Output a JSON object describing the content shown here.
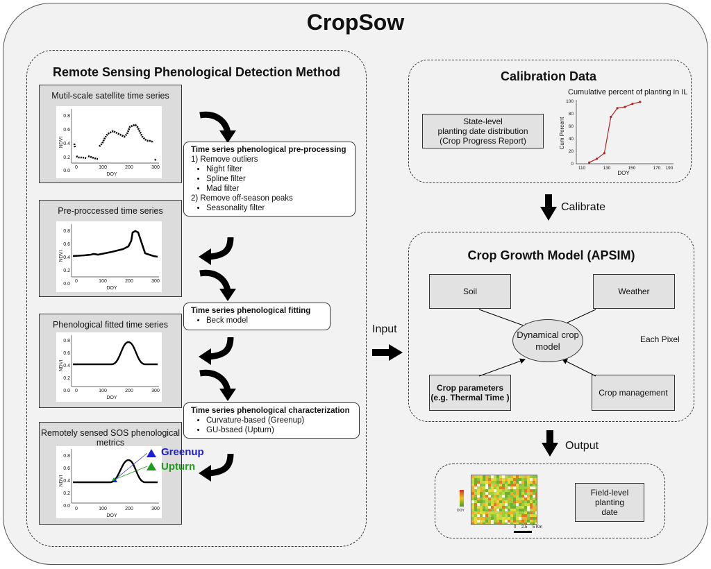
{
  "title": "CropSow",
  "remote_sensing": {
    "title": "Remote Sensing Phenological Detection Method",
    "panels": [
      {
        "title": "Mutil-scale satellite time series",
        "ylabel": "NDVI",
        "xlabel": "DOY",
        "yticks": [
          "0.8",
          "0.6",
          "0.4",
          "0.2",
          "0.0"
        ],
        "xticks": [
          "0",
          "100",
          "200",
          "300"
        ]
      },
      {
        "title": "Pre-proccessed time series",
        "ylabel": "NDVI",
        "xlabel": "DOY",
        "yticks": [
          "0.8",
          "0.6",
          "0.4",
          "0.2",
          "0.0"
        ],
        "xticks": [
          "0",
          "100",
          "200",
          "300"
        ]
      },
      {
        "title": "Phenological fitted time series",
        "ylabel": "NDVI",
        "xlabel": "DOY",
        "yticks": [
          "0.8",
          "0.6",
          "0.4",
          "0.2",
          "0.0"
        ],
        "xticks": [
          "0",
          "100",
          "200",
          "300"
        ]
      },
      {
        "title": "Remotely sensed SOS phenological metrics",
        "ylabel": "NDVI",
        "xlabel": "DOY",
        "yticks": [
          "0.8",
          "0.6",
          "0.4",
          "0.2",
          "0.0"
        ],
        "xticks": [
          "0",
          "100",
          "200",
          "300"
        ],
        "legend": [
          "Greenup",
          "Upturn"
        ]
      }
    ],
    "preprocessing": {
      "head": "Time series phenological pre-processing",
      "step1": "1) Remove outliers",
      "step1_items": [
        "Night filter",
        "Spline filter",
        "Mad filter"
      ],
      "step2": "2) Remove off-season peaks",
      "step2_items": [
        "Seasonality filter"
      ]
    },
    "fitting": {
      "head": "Time series phenological fitting",
      "items": [
        "Beck model"
      ]
    },
    "characterization": {
      "head": "Time series phenological characterization",
      "items": [
        "Curvature-based (Greenup)",
        "GU-bsaed (Upturn)"
      ]
    }
  },
  "calibration": {
    "title": "Calibration Data",
    "box_lines": [
      "State-level",
      "planting date distribution",
      "(Crop Progress Report)"
    ],
    "chart_title": "Cumulative percent of planting in IL",
    "ylabel": "Cum Percent",
    "xlabel": "DOY",
    "yticks": [
      "100",
      "80",
      "60",
      "40",
      "20",
      "0"
    ],
    "xticks": [
      "110",
      "130",
      "150",
      "170",
      "190"
    ]
  },
  "labels": {
    "calibrate": "Calibrate",
    "input": "Input",
    "output": "Output"
  },
  "crop_model": {
    "title": "Crop Growth Model (APSIM)",
    "soil": "Soil",
    "weather": "Weather",
    "center_lines": [
      "Dynamical crop",
      "model"
    ],
    "each_pixel": "Each Pixel",
    "crop_params_lines": [
      "Crop parameters",
      "(e.g. Thermal Time )"
    ],
    "crop_management": "Crop management"
  },
  "output": {
    "field_lines": [
      "Field-level planting",
      "date"
    ],
    "scale_labels": [
      "0",
      "2.5",
      "5"
    ],
    "scale_unit": "Km",
    "legend_label": "DOY"
  },
  "chart_data": [
    {
      "type": "line",
      "title": "Cumulative percent of planting in IL",
      "xlabel": "DOY",
      "ylabel": "Cum Percent",
      "x": [
        117,
        124,
        131,
        137,
        143,
        150,
        157,
        164
      ],
      "y": [
        2,
        8,
        17,
        75,
        89,
        91,
        96,
        99
      ],
      "xlim": [
        105,
        195
      ],
      "ylim": [
        0,
        100
      ],
      "color": "#b22222"
    }
  ]
}
